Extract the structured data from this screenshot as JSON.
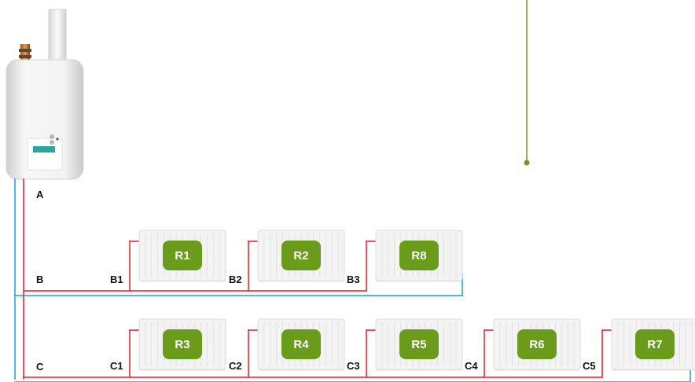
{
  "colors": {
    "supply": "#e11d2a",
    "return": "#1e9bd7",
    "sensor": "#6a9b1a",
    "badge": "#6a9b1a",
    "radiator": "#f3f3f3",
    "boiler_body": "#e6e6e6",
    "boiler_screen": "#2aa79a"
  },
  "boiler": {
    "icon": "boiler-icon"
  },
  "branch_labels": [
    "A",
    "B",
    "C"
  ],
  "tap_labels": {
    "row1": [
      "B1",
      "B2",
      "B3"
    ],
    "row2": [
      "C1",
      "C2",
      "C3",
      "C4",
      "C5"
    ]
  },
  "radiators": {
    "row1": [
      "R1",
      "R2",
      "R8"
    ],
    "row2": [
      "R3",
      "R4",
      "R5",
      "R6",
      "R7"
    ]
  }
}
